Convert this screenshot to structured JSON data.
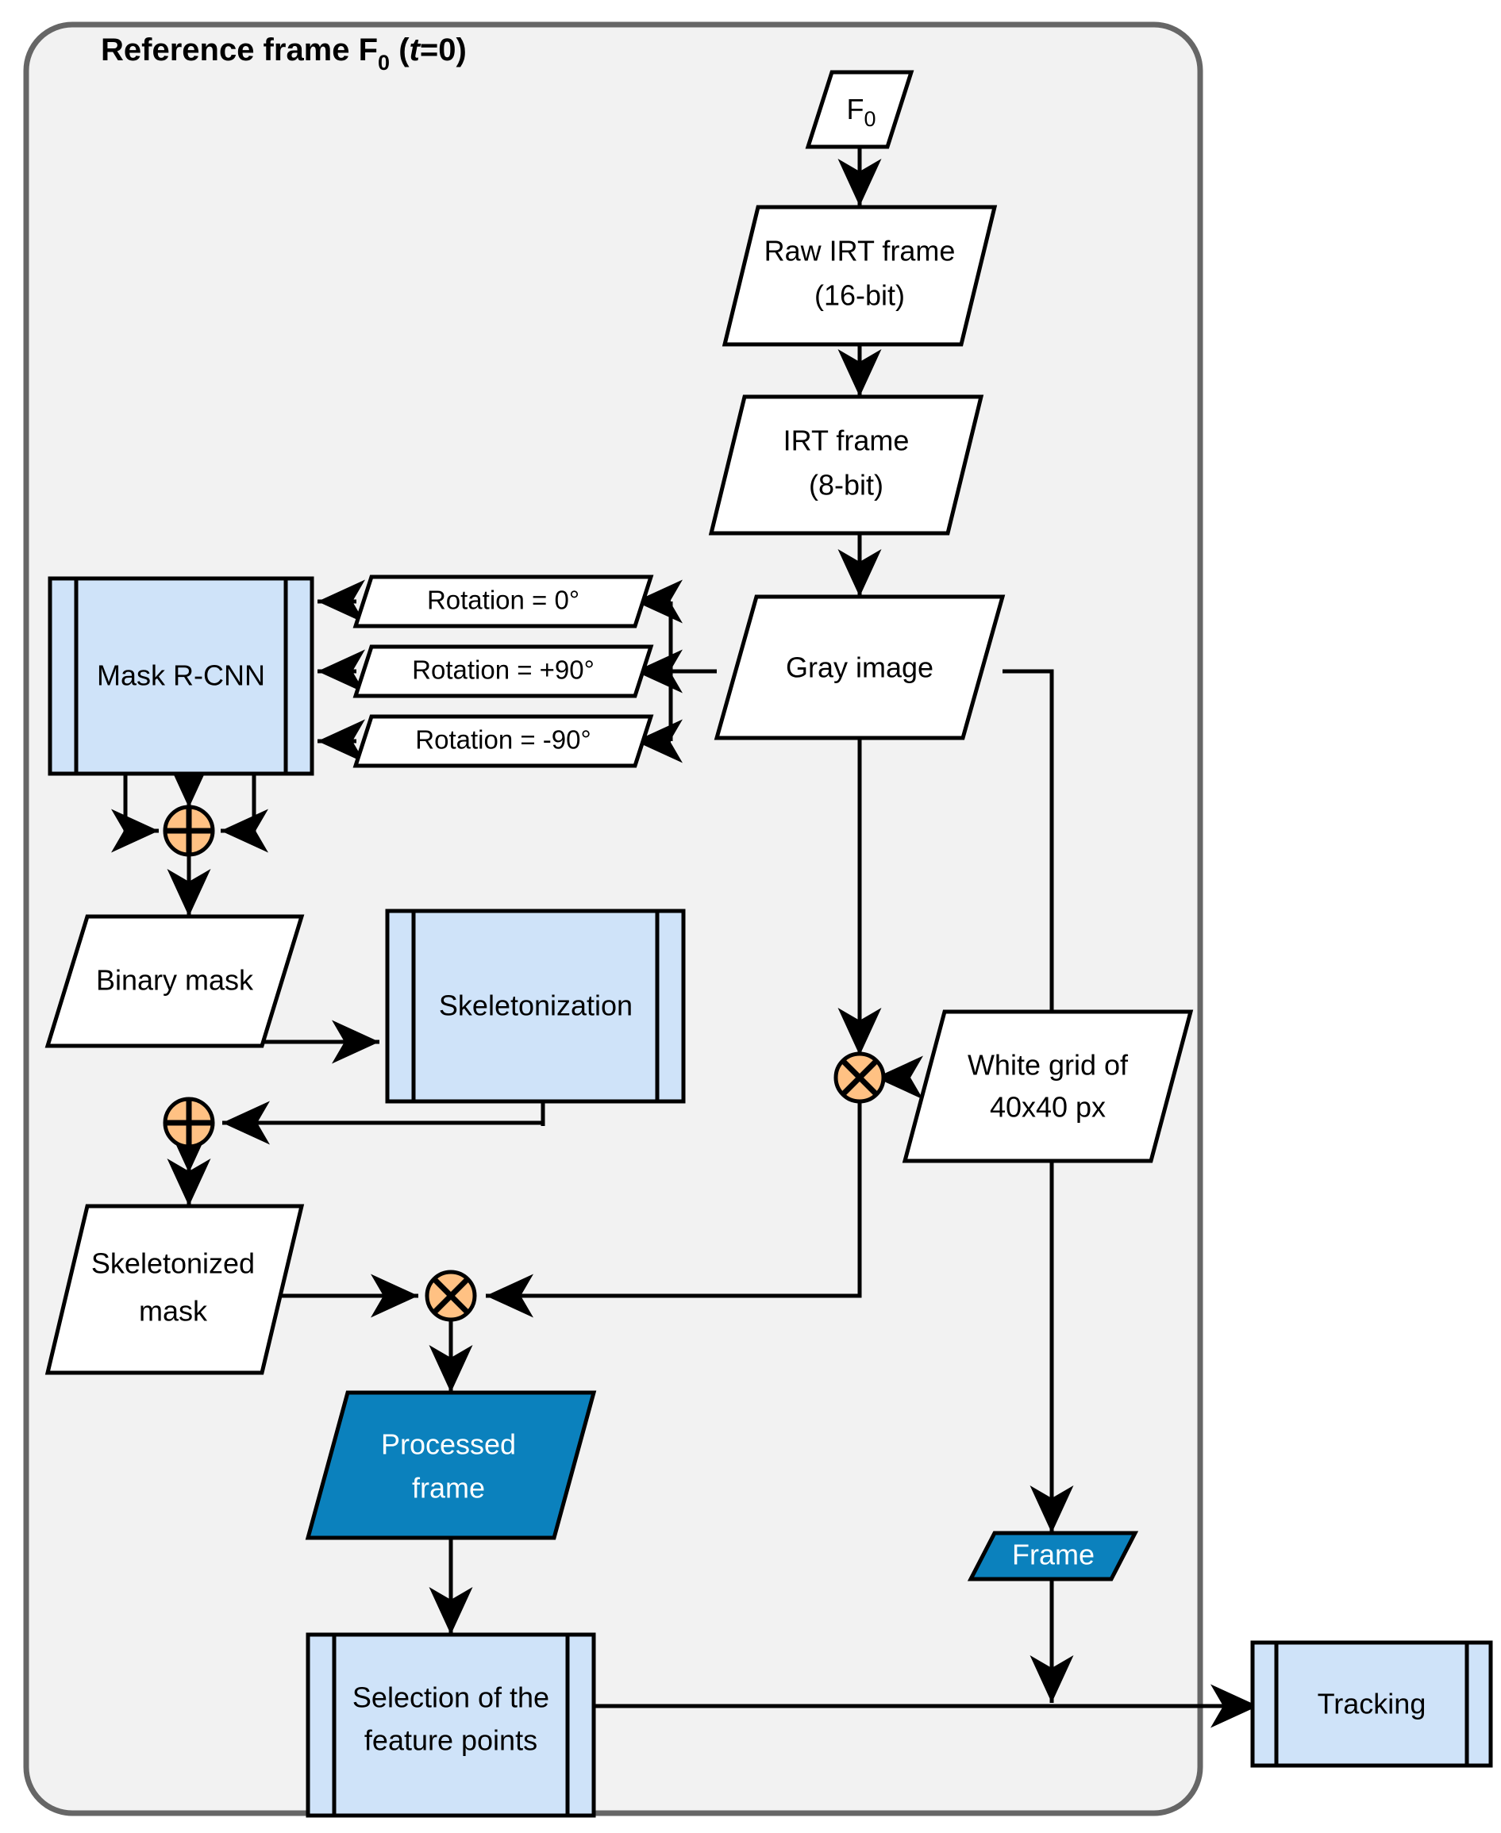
{
  "diagram": {
    "type": "flowchart",
    "title_prefix": "Reference frame F",
    "title_sub": "0",
    "title_paren_open": " (",
    "title_italic": "t",
    "title_tail": "=0)",
    "title_full": "Reference frame F0 (t=0)",
    "colors": {
      "container_fill": "#f2f2f2",
      "container_border": "#666666",
      "process_fill": "#cfe3f9",
      "data_fill": "#ffffff",
      "output_fill": "#0b81bd",
      "operator_fill": "#ffc183",
      "line": "#000000"
    },
    "nodes": [
      {
        "id": "f0",
        "label": "F",
        "sub": "0",
        "shape": "parallelogram",
        "fill": "#ffffff"
      },
      {
        "id": "raw",
        "line1": "Raw IRT frame",
        "line2": "(16-bit)",
        "shape": "parallelogram",
        "fill": "#ffffff"
      },
      {
        "id": "irt8",
        "line1": "IRT frame",
        "line2": "(8-bit)",
        "shape": "parallelogram",
        "fill": "#ffffff"
      },
      {
        "id": "gray",
        "label": "Gray image",
        "shape": "parallelogram",
        "fill": "#ffffff"
      },
      {
        "id": "rot0",
        "label": "Rotation = 0°",
        "shape": "parallelogram",
        "fill": "#ffffff"
      },
      {
        "id": "rotp90",
        "label": "Rotation = +90°",
        "shape": "parallelogram",
        "fill": "#ffffff"
      },
      {
        "id": "rotm90",
        "label": "Rotation = -90°",
        "shape": "parallelogram",
        "fill": "#ffffff"
      },
      {
        "id": "maskrcnn",
        "label": "Mask R-CNN",
        "shape": "predefined-process",
        "fill": "#cfe3f9"
      },
      {
        "id": "binmask",
        "label": "Binary mask",
        "shape": "parallelogram",
        "fill": "#ffffff"
      },
      {
        "id": "skelproc",
        "label": "Skeletonization",
        "shape": "predefined-process",
        "fill": "#cfe3f9"
      },
      {
        "id": "skelmask",
        "line1": "Skeletonized",
        "line2": "mask",
        "shape": "parallelogram",
        "fill": "#ffffff"
      },
      {
        "id": "grid",
        "line1": "White grid of",
        "line2": "40x40 px",
        "shape": "parallelogram",
        "fill": "#ffffff"
      },
      {
        "id": "procframe",
        "line1": "Processed",
        "line2": "frame",
        "shape": "parallelogram",
        "fill": "#0b81bd"
      },
      {
        "id": "frame",
        "label": "Frame",
        "shape": "parallelogram",
        "fill": "#0b81bd"
      },
      {
        "id": "select",
        "line1": "Selection of the",
        "line2": "feature points",
        "shape": "predefined-process",
        "fill": "#cfe3f9"
      },
      {
        "id": "tracking",
        "label": "Tracking",
        "shape": "predefined-process",
        "fill": "#cfe3f9"
      }
    ],
    "operators": [
      {
        "id": "plus1",
        "glyph": "+",
        "name": "merge-plus-operator"
      },
      {
        "id": "plus2",
        "glyph": "+",
        "name": "merge-plus-operator"
      },
      {
        "id": "mult1",
        "glyph": "x",
        "name": "multiply-operator"
      },
      {
        "id": "mult2",
        "glyph": "x",
        "name": "multiply-operator"
      }
    ],
    "edges": [
      {
        "from": "f0",
        "to": "raw"
      },
      {
        "from": "raw",
        "to": "irt8"
      },
      {
        "from": "irt8",
        "to": "gray"
      },
      {
        "from": "gray",
        "to": "rot0"
      },
      {
        "from": "gray",
        "to": "rotp90"
      },
      {
        "from": "gray",
        "to": "rotm90"
      },
      {
        "from": "rot0",
        "to": "maskrcnn"
      },
      {
        "from": "rotp90",
        "to": "maskrcnn"
      },
      {
        "from": "rotm90",
        "to": "maskrcnn"
      },
      {
        "from": "maskrcnn",
        "to": "plus1"
      },
      {
        "from": "plus1",
        "to": "binmask"
      },
      {
        "from": "binmask",
        "to": "skelproc"
      },
      {
        "from": "binmask",
        "to": "plus2"
      },
      {
        "from": "skelproc",
        "to": "plus2"
      },
      {
        "from": "plus2",
        "to": "skelmask"
      },
      {
        "from": "skelmask",
        "to": "mult2"
      },
      {
        "from": "gray",
        "to": "mult1"
      },
      {
        "from": "grid",
        "to": "mult1"
      },
      {
        "from": "mult1",
        "to": "mult2"
      },
      {
        "from": "mult2",
        "to": "procframe"
      },
      {
        "from": "procframe",
        "to": "select"
      },
      {
        "from": "gray",
        "to": "frame"
      },
      {
        "from": "frame",
        "to": "tracking"
      },
      {
        "from": "select",
        "to": "tracking"
      }
    ]
  }
}
